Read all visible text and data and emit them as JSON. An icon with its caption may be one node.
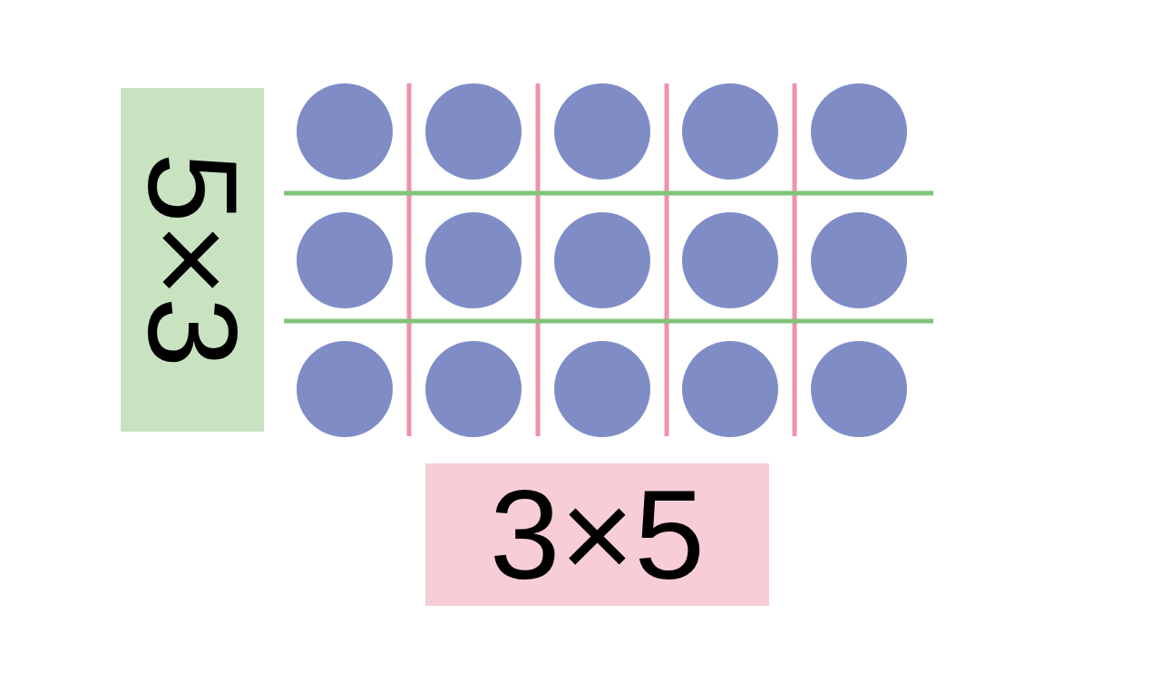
{
  "diagram": {
    "nodes": [
      {
        "text": [
          "5×3"
        ]
      },
      {
        "text": [],
        "shape": "circle"
      },
      {
        "text": [],
        "shape": "circle"
      },
      {
        "text": [],
        "shape": "circle"
      },
      {
        "text": [],
        "shape": "circle"
      },
      {
        "text": [],
        "shape": "circle"
      },
      {
        "text": [],
        "shape": "circle"
      },
      {
        "text": [],
        "shape": "circle"
      },
      {
        "text": [],
        "shape": "circle"
      },
      {
        "text": [],
        "shape": "circle"
      },
      {
        "text": [],
        "shape": "circle"
      },
      {
        "text": [],
        "shape": "circle"
      },
      {
        "text": [],
        "shape": "circle"
      },
      {
        "text": [],
        "shape": "circle"
      },
      {
        "text": [],
        "shape": "circle"
      },
      {
        "text": [],
        "shape": "circle"
      },
      {
        "text": [
          "3×5"
        ]
      }
    ]
  }
}
